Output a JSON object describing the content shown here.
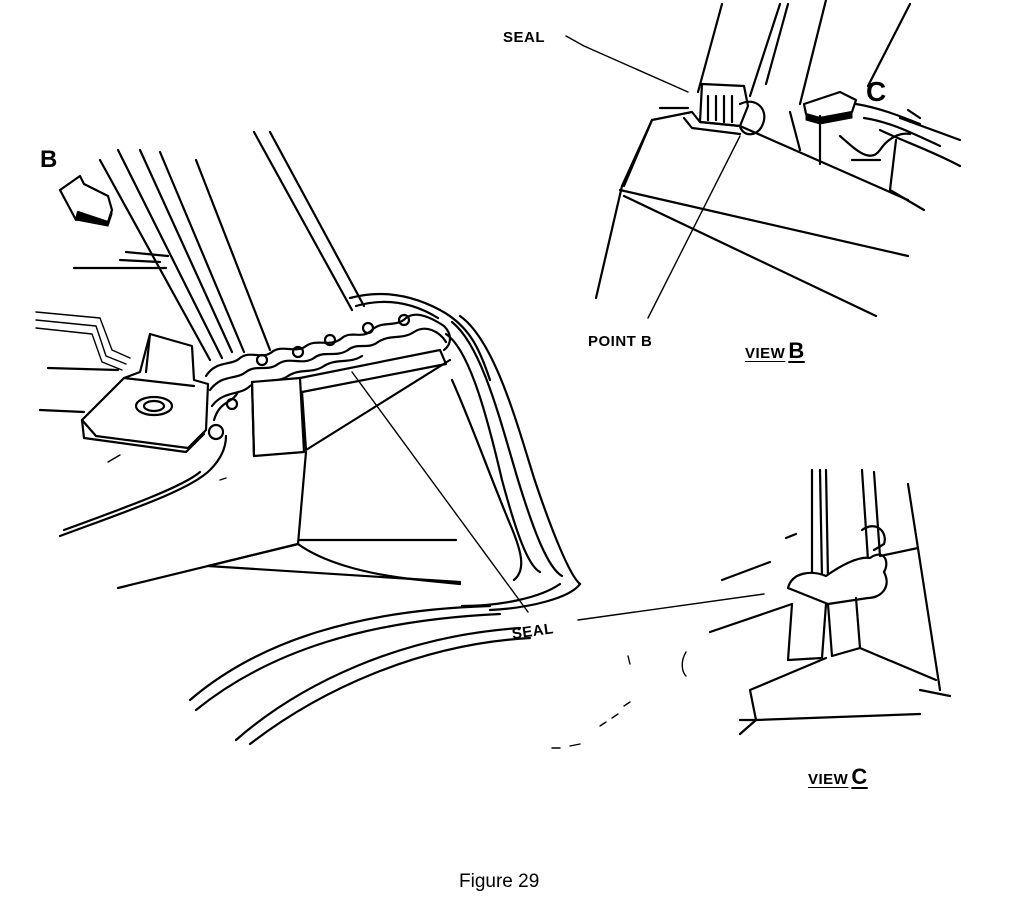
{
  "labels": {
    "arrow_b": "B",
    "seal_top": "SEAL",
    "view_c_marker": "C",
    "point_b": "POINT B",
    "view_b": {
      "word": "VIEW",
      "letter": "B"
    },
    "seal_bottom": "SEAL",
    "view_c": {
      "word": "VIEW",
      "letter": "C"
    }
  },
  "caption": "Figure 29"
}
